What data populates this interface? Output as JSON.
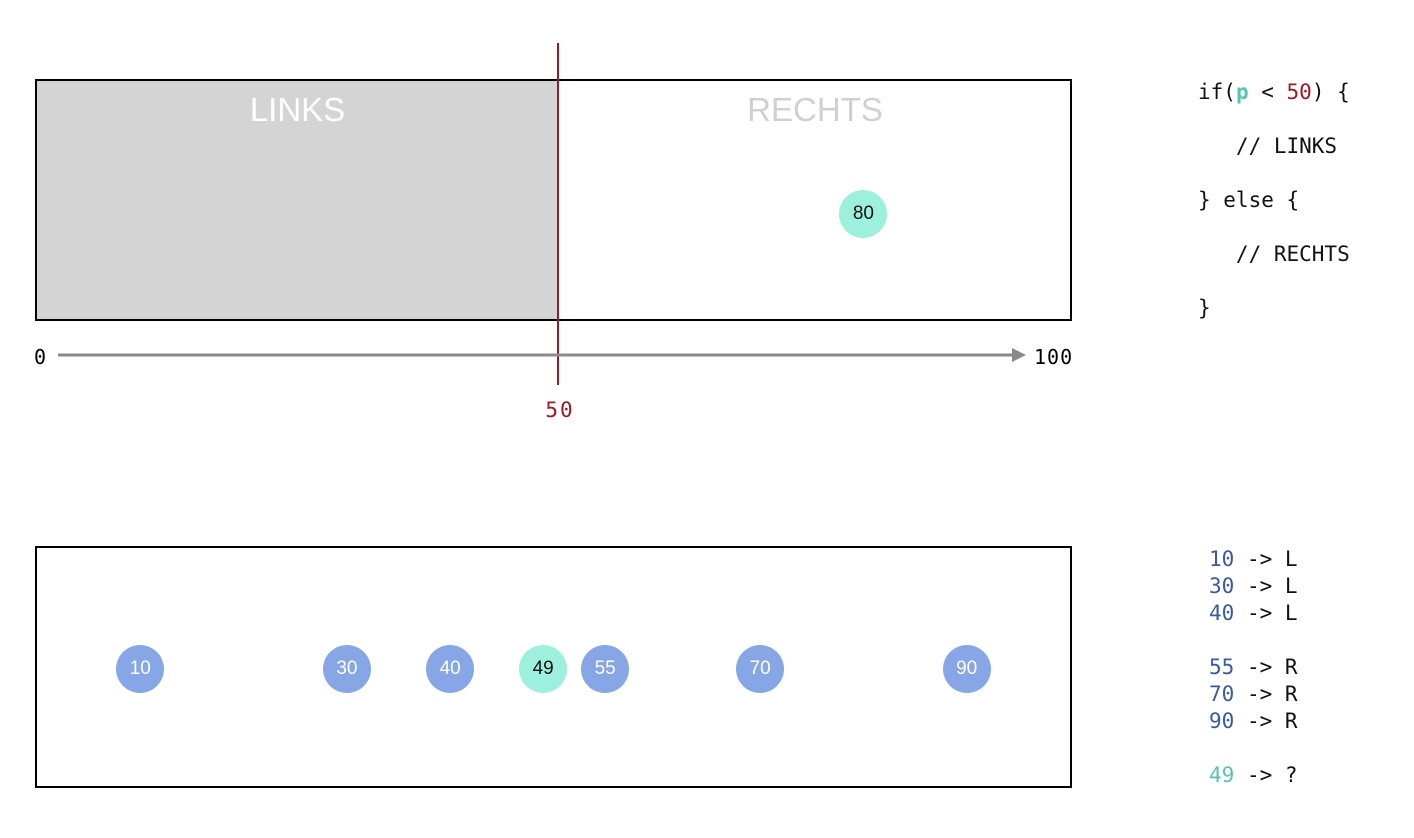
{
  "top_panel": {
    "left_label": "LINKS",
    "right_label": "RECHTS",
    "threshold_value": 50,
    "threshold_label": "50",
    "axis_min": "0",
    "axis_max": "100",
    "probe": {
      "value": 80,
      "label": "80",
      "lane": "middle"
    },
    "colors": {
      "left_region": "#d4d4d4",
      "threshold": "#9b1b22",
      "axis": "#8a8a8a",
      "probe": "#9cf0dd"
    }
  },
  "code": {
    "line1_prefix": "if(",
    "line1_var": "p",
    "line1_op": " < ",
    "line1_num": "50",
    "line1_suffix": ") {",
    "line2": "   // LINKS",
    "line3": "} else {",
    "line4": "   // RECHTS",
    "line5": "}"
  },
  "bottom_panel": {
    "points": [
      {
        "value": 10,
        "label": "10",
        "kind": "known"
      },
      {
        "value": 30,
        "label": "30",
        "kind": "known"
      },
      {
        "value": 40,
        "label": "40",
        "kind": "known"
      },
      {
        "value": 49,
        "label": "49",
        "kind": "query"
      },
      {
        "value": 55,
        "label": "55",
        "kind": "known"
      },
      {
        "value": 70,
        "label": "70",
        "kind": "known"
      },
      {
        "value": 90,
        "label": "90",
        "kind": "known"
      }
    ],
    "colors": {
      "known": "#86a6e6",
      "query": "#9cf0dd"
    }
  },
  "mapping": {
    "left": [
      {
        "num": "10",
        "arrow": " -> ",
        "result": "L"
      },
      {
        "num": "30",
        "arrow": " -> ",
        "result": "L"
      },
      {
        "num": "40",
        "arrow": " -> ",
        "result": "L"
      }
    ],
    "right": [
      {
        "num": "55",
        "arrow": " -> ",
        "result": "R"
      },
      {
        "num": "70",
        "arrow": " -> ",
        "result": "R"
      },
      {
        "num": "90",
        "arrow": " -> ",
        "result": "R"
      }
    ],
    "query": {
      "num": "49",
      "arrow": " -> ",
      "result": "?"
    }
  }
}
